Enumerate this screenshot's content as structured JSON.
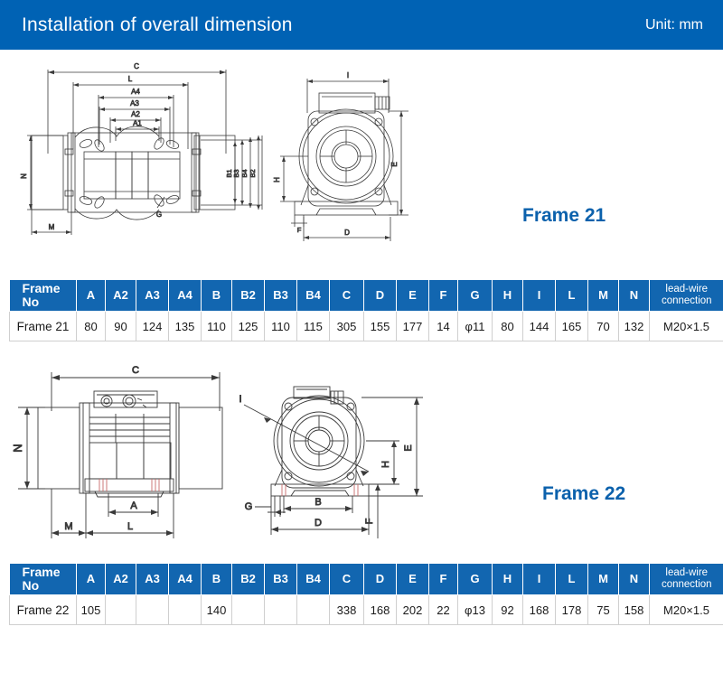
{
  "header": {
    "title": "Installation of overall dimension",
    "unit": "Unit: mm",
    "bar_color": "#0062B4"
  },
  "sections": [
    {
      "frame_label": "Frame 21",
      "side_view_dimensions": [
        "C",
        "L",
        "A4",
        "A3",
        "A2",
        "A1",
        "N",
        "M",
        "B1",
        "B3",
        "B4",
        "B2",
        "G"
      ],
      "front_view_dimensions": [
        "I",
        "E",
        "H",
        "F",
        "D"
      ]
    },
    {
      "frame_label": "Frame 22",
      "side_view_dimensions": [
        "C",
        "N",
        "M",
        "A",
        "L"
      ],
      "front_view_dimensions": [
        "I",
        "E",
        "H",
        "B",
        "D",
        "G",
        "F"
      ]
    }
  ],
  "tables": [
    {
      "headers": [
        "Frame No",
        "A",
        "A2",
        "A3",
        "A4",
        "B",
        "B2",
        "B3",
        "B4",
        "C",
        "D",
        "E",
        "F",
        "G",
        "H",
        "I",
        "L",
        "M",
        "N"
      ],
      "lead_header_line1": "lead-wire",
      "lead_header_line2": "connection",
      "rows": [
        {
          "frame": "Frame 21",
          "values": [
            "80",
            "90",
            "124",
            "135",
            "110",
            "125",
            "110",
            "115",
            "305",
            "155",
            "177",
            "14",
            "φ11",
            "80",
            "144",
            "165",
            "70",
            "132"
          ],
          "lead_wire": "M20×1.5"
        }
      ]
    },
    {
      "headers": [
        "Frame No",
        "A",
        "A2",
        "A3",
        "A4",
        "B",
        "B2",
        "B3",
        "B4",
        "C",
        "D",
        "E",
        "F",
        "G",
        "H",
        "I",
        "L",
        "M",
        "N"
      ],
      "lead_header_line1": "lead-wire",
      "lead_header_line2": "connection",
      "rows": [
        {
          "frame": "Frame 22",
          "values": [
            "105",
            "",
            "",
            "",
            "140",
            "",
            "",
            "",
            "338",
            "168",
            "202",
            "22",
            "φ13",
            "92",
            "168",
            "178",
            "75",
            "158"
          ],
          "lead_wire": "M20×1.5"
        }
      ]
    }
  ],
  "colors": {
    "header_blue": "#0062B4",
    "table_header_blue": "#1266B0",
    "frame_label_blue": "#0B61AC",
    "drawing_line": "#3a3a3a",
    "background": "#ffffff"
  }
}
